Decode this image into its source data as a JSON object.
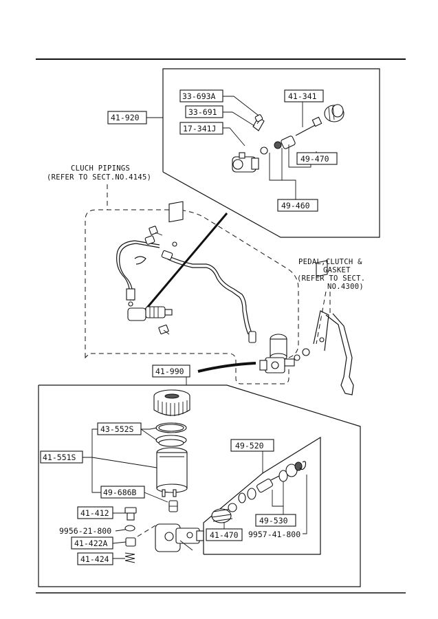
{
  "part_labels": {
    "p41_920": "41-920",
    "p33_693A": "33-693A",
    "p33_691": "33-691",
    "p17_341J": "17-341J",
    "p41_341": "41-341",
    "p49_470": "49-470",
    "p49_460": "49-460",
    "p41_990": "41-990",
    "p43_552S": "43-552S",
    "p41_551S": "41-551S",
    "p49_686B": "49-686B",
    "p49_520": "49-520",
    "p41_412": "41-412",
    "p9956_21_800": "9956-21-800",
    "p41_422A": "41-422A",
    "p41_424": "41-424",
    "p49_530": "49-530",
    "p41_470": "41-470",
    "p9957_41_800": "9957-41-800"
  },
  "notes": {
    "piping_line1": "CLUCH PIPINGS",
    "piping_line2": "(REFER TO SECT.NO.4145)",
    "pedal_line1": "PEDAL,CLUTCH &",
    "pedal_line2": "GASKET",
    "pedal_line3": "(REFER TO SECT.",
    "pedal_line4": "NO.4300)"
  }
}
